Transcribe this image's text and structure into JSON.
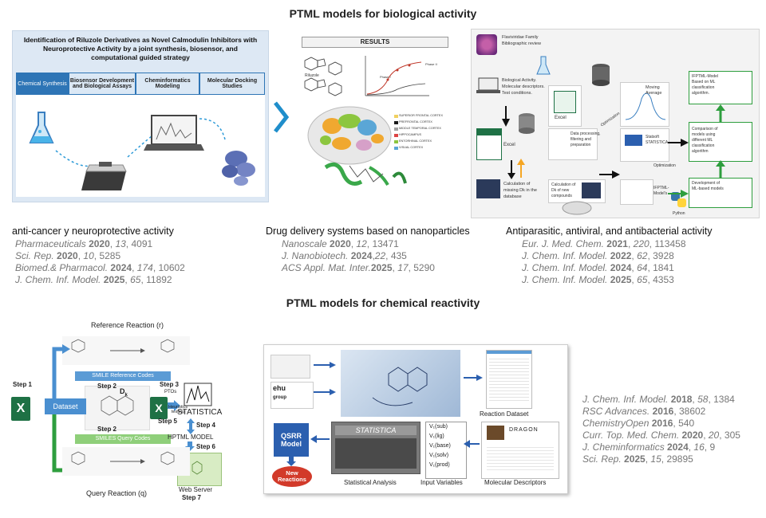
{
  "sections": {
    "bio_title": "PTML models for biological activity",
    "chem_title": "PTML models for chemical reactivity"
  },
  "panel1": {
    "title": "Identification of Riluzole Derivatives as Novel Calmodulin Inhibitors with Neuroprotective Activity by a joint synthesis, biosensor, and computational guided strategy",
    "tabs": [
      "Chemical Synthesis",
      "Biosensor Development and Biological Assays",
      "Cheminformatics Modeling",
      "Molecular Docking Studies"
    ]
  },
  "panel2": {
    "results_label": "RESULTS",
    "compound_label": "Riluzole",
    "phase_labels": [
      "Phase I",
      "Phase II"
    ],
    "legend": [
      "SUPERIOR FRONTAL CORTEX",
      "PREFRONTAL CORTEX",
      "MIDDLE TEMPORAL CORTEX",
      "HIPPOCAMPUS",
      "ENTORHINAL CORTEX",
      "VISUAL CORTEX"
    ]
  },
  "panel3": {
    "nodes": [
      "Flaviviridae Family Bibliographic review",
      "Biological Activity. Molecular descriptors. Test conditions.",
      "Excel",
      "Excel",
      "Moving Average",
      "IFPTML-Model Based on ML classification algorithm.",
      "Data processing, filtering and preparation",
      "Statsoft STATISTICA",
      "Comparison of models using different ML classification algorithm",
      "Calculation of missing Dk in the database",
      "Calculation of Dk of new compounds",
      "IFPTML-Model's",
      "Development of ML-based models",
      "Python",
      "Optimization",
      "Optimization"
    ]
  },
  "categories": [
    {
      "title": "anti-cancer y neuroprotective activity",
      "refs": [
        {
          "journal": "Pharmaceuticals",
          "year": "2020",
          "vol": "13",
          "page": "4091"
        },
        {
          "journal": "Sci. Rep.",
          "year": "2020",
          "vol": "10",
          "page": "5285"
        },
        {
          "journal": "Biomed.& Pharmacol.",
          "year": "2024",
          "vol": "174",
          "page": "10602"
        },
        {
          "journal": "J. Chem. Inf. Model.",
          "year": "2025",
          "vol": "65",
          "page": "11892"
        }
      ]
    },
    {
      "title": "Drug delivery systems based on nanoparticles",
      "refs": [
        {
          "journal": "Nanoscale",
          "year": "2020",
          "vol": "12",
          "page": "13471"
        },
        {
          "journal": "J. Nanobiotech.",
          "year": "2024",
          "vol": "22",
          "page": "435"
        },
        {
          "journal": "ACS Appl. Mat. Inter.",
          "year": "2025",
          "vol": "17",
          "page": "5290"
        }
      ]
    },
    {
      "title": "Antiparasitic, antiviral, and antibacterial activity",
      "refs": [
        {
          "journal": "Eur. J. Med. Chem.",
          "year": "2021",
          "vol": "220",
          "page": "113458"
        },
        {
          "journal": "J. Chem. Inf. Model.",
          "year": "2022",
          "vol": "62",
          "page": "3928"
        },
        {
          "journal": "J. Chem. Inf. Model.",
          "year": "2024",
          "vol": "64",
          "page": "1841"
        },
        {
          "journal": "J. Chem. Inf. Model.",
          "year": "2025",
          "vol": "65",
          "page": "4353"
        }
      ]
    }
  ],
  "panel4": {
    "ref_reaction": "Reference Reaction (r)",
    "query_reaction": "Query Reaction (q)",
    "dataset": "Dataset",
    "smile_ref": "SMILE Reference Codes",
    "smiles_query": "SMILES Query Codes",
    "steps": [
      "Step 1",
      "Step 2",
      "Step 2",
      "Step 3",
      "Step 4",
      "Step 5",
      "Step 6",
      "Step 7"
    ],
    "statistica": "STATISTICA",
    "ptos": "PTOs",
    "heuristics": "Heuristics testing",
    "hptml": "HPTML MODEL",
    "webserver": "Web Server",
    "dk": "D",
    "dk_sub": "k"
  },
  "panel5": {
    "qsrr": "QSRR Model",
    "new_reactions": "New Reactions",
    "statistical_analysis": "Statistical Analysis",
    "input_variables": "Input Variables",
    "molecular_descriptors": "Molecular Descriptors",
    "reaction_dataset": "Reaction Dataset",
    "ehu": "ehu",
    "group": "group",
    "dragon": "DRAGON",
    "statistica": "STATISTICA",
    "input_list": [
      "V₁(sub)",
      "V₁(lig)",
      "V₁(base)",
      "V₁(solv)",
      "V₁(prod)"
    ]
  },
  "chem_refs": [
    {
      "journal": "J. Chem. Inf. Model.",
      "year": "2018",
      "vol": "58",
      "page": "1384"
    },
    {
      "journal": "RSC Advances.",
      "year": "2016",
      "vol": "",
      "page": "38602"
    },
    {
      "journal": "ChemistryOpen",
      "year": "2016",
      "vol": "",
      "page": "540"
    },
    {
      "journal": "Curr. Top. Med. Chem.",
      "year": "2020",
      "vol": "20",
      "page": "305"
    },
    {
      "journal": "J. Cheminformatics",
      "year": "2024",
      "vol": "16",
      "page": "9"
    },
    {
      "journal": "Sci. Rep.",
      "year": "2025",
      "vol": "15",
      "page": "29895"
    }
  ],
  "colors": {
    "tab_blue": "#2e75b6",
    "tab_light": "#dbe8f5",
    "panel_bg": "#dde8f4",
    "arrow_blue": "#4a8fd0",
    "green": "#2e9e3e",
    "excel_green": "#1e7145",
    "qsrr_blue": "#2b5faf",
    "red": "#d23a2a",
    "orange": "#f5a623"
  }
}
